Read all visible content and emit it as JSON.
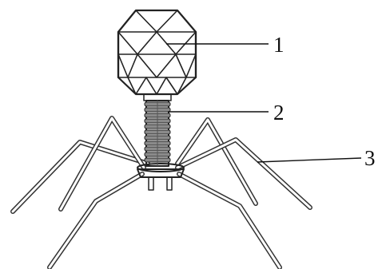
{
  "figure": {
    "parts": [
      {
        "id": "head",
        "number": "1"
      },
      {
        "id": "tail-sheath",
        "number": "2"
      },
      {
        "id": "tail-fibers",
        "number": "3"
      }
    ]
  }
}
